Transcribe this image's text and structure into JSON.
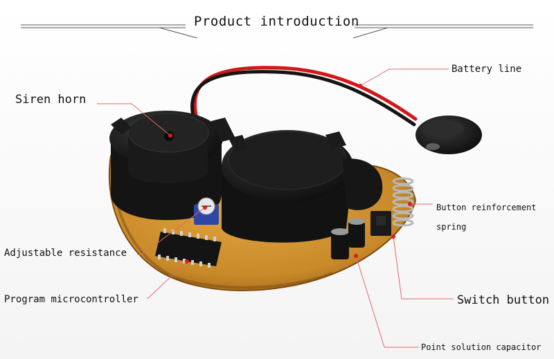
{
  "header": {
    "title": "Product introduction"
  },
  "callouts": [
    {
      "id": "battery-line",
      "label": "Battery line"
    },
    {
      "id": "siren-horn",
      "label": "Siren horn"
    },
    {
      "id": "button-spring",
      "label": "Button reinforcement spring"
    },
    {
      "id": "adjustable-resistance",
      "label": "Adjustable resistance"
    },
    {
      "id": "program-mcu",
      "label": "Program microcontroller"
    },
    {
      "id": "switch-button",
      "label": "Switch button"
    },
    {
      "id": "point-capacitor",
      "label": "Point solution capacitor"
    }
  ],
  "colors": {
    "pcb": "#c98a2a",
    "pcb_edge": "#7a4a10",
    "plastic": "#1c1c1c",
    "leader_line": "#e06a6a",
    "dot": "#e11a1a",
    "wire_red": "#d11818",
    "wire_black": "#151515"
  }
}
